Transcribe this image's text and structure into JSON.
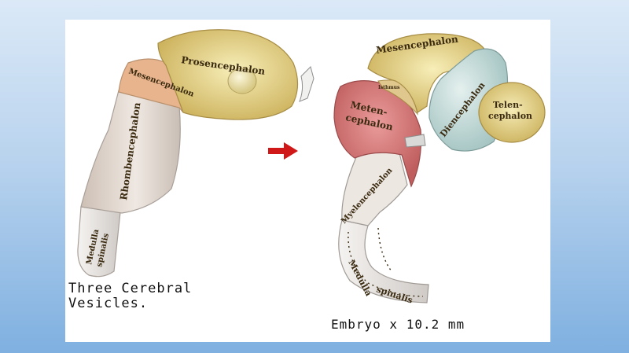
{
  "left_figure": {
    "labels": {
      "prosencephalon": "Prosencephalon",
      "mesencephalon": "Mesencephalon",
      "rhombencephalon": "Rhombencephalon",
      "medulla_1": "Medulla",
      "medulla_2": "spinalis"
    },
    "caption_line1": "Three Cerebral",
    "caption_line2": "Vesicles."
  },
  "right_figure": {
    "labels": {
      "mesencephalon": "Mesencephalon",
      "isthmus": "Isthmus",
      "metencephalon_1": "Meten-",
      "metencephalon_2": "cephalon",
      "diencephalon": "Diencephalon",
      "telencephalon_1": "Telen-",
      "telencephalon_2": "cephalon",
      "myelencephalon": "Myelencephalon",
      "medulla_1": "Medulla",
      "medulla_2": "spinalis"
    },
    "caption": "Embryo x 10.2 mm"
  },
  "colors": {
    "prosencephalon": "#e8d68e",
    "mesencephalon": "#e9b58c",
    "rhombencephalon": "#ded5cc",
    "metencephalon": "#d97a7a",
    "diencephalon": "#bcd8d6",
    "spinal": "#e8e4e0",
    "arrow": "#d01818"
  },
  "icons": [
    "arrow-right-icon"
  ]
}
